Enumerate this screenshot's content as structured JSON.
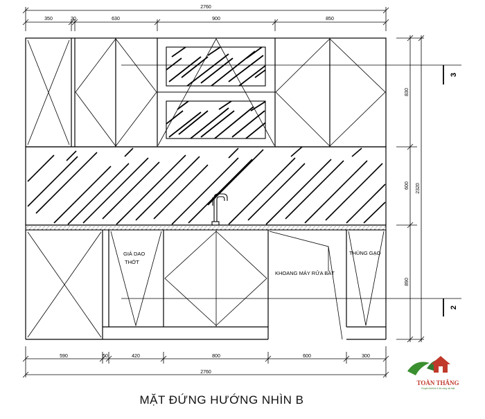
{
  "title": "MẶT ĐỨNG HƯỚNG NHÌN B",
  "top_dims": {
    "total": "2760",
    "segments": [
      "350",
      "30",
      "630",
      "900",
      "850"
    ]
  },
  "bottom_dims": {
    "total": "2760",
    "segments": [
      "590",
      "50",
      "420",
      "800",
      "600",
      "300"
    ]
  },
  "right_dims": {
    "total": "2320",
    "segments": [
      "830",
      "600",
      "890"
    ]
  },
  "labels": {
    "knife_rack": [
      "GIÁ DAO",
      "THỚT"
    ],
    "dishwasher": "KHOANG MÁY RỬA BÁT",
    "rice_bin": "THÙNG GẠO"
  },
  "section_markers": [
    "3",
    "2"
  ],
  "logo": {
    "name": "TOÀN THẮNG",
    "slogan": "Chuyên thiết kế & thi công nội thất"
  }
}
